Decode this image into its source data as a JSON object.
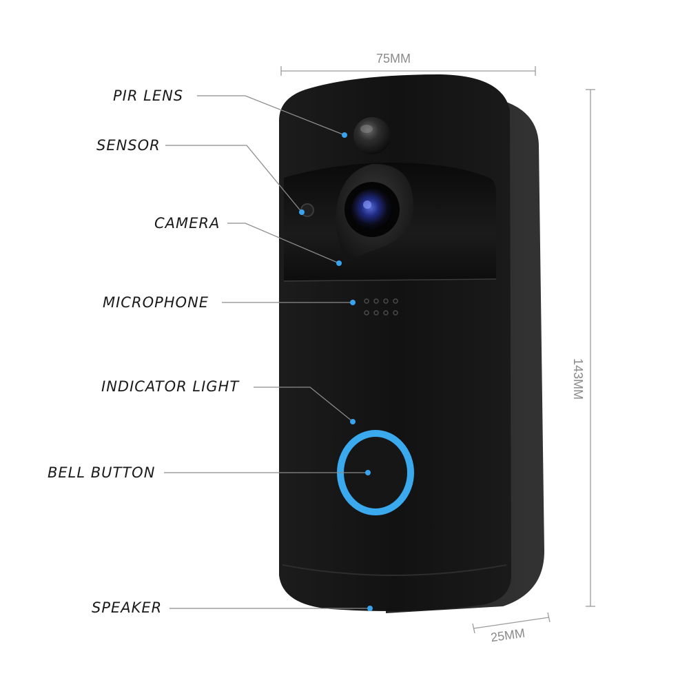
{
  "callouts": [
    {
      "id": "pir-lens",
      "label": "PIR LENS"
    },
    {
      "id": "sensor",
      "label": "SENSOR"
    },
    {
      "id": "camera",
      "label": "CAMERA"
    },
    {
      "id": "microphone",
      "label": "MICROPHONE"
    },
    {
      "id": "indicator-light",
      "label": "INDICATOR LIGHT"
    },
    {
      "id": "bell-button",
      "label": "BELL BUTTON"
    },
    {
      "id": "speaker",
      "label": "SPEAKER"
    }
  ],
  "dimensions": {
    "width": "75MM",
    "height": "143MM",
    "depth": "25MM"
  },
  "colors": {
    "body": "#141414",
    "back_plate": "#2a2a2a",
    "ring": "#3aa9ee",
    "callout_dot": "#3aa3ee",
    "leader_line": "#8c8c8c"
  }
}
